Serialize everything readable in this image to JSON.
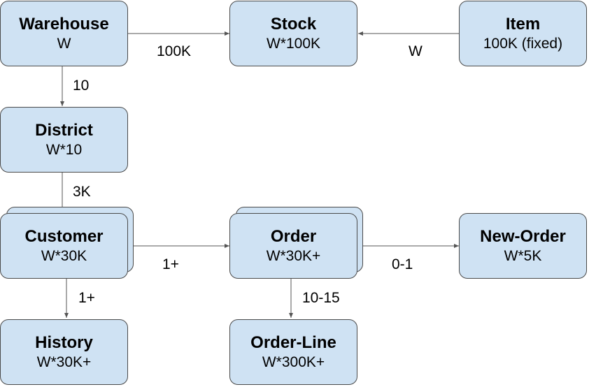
{
  "entities": {
    "warehouse": {
      "name": "Warehouse",
      "cardinality": "W"
    },
    "stock": {
      "name": "Stock",
      "cardinality": "W*100K"
    },
    "item": {
      "name": "Item",
      "cardinality": "100K (fixed)"
    },
    "district": {
      "name": "District",
      "cardinality": "W*10"
    },
    "customer": {
      "name": "Customer",
      "cardinality": "W*30K"
    },
    "order": {
      "name": "Order",
      "cardinality": "W*30K+"
    },
    "new_order": {
      "name": "New-Order",
      "cardinality": "W*5K"
    },
    "history": {
      "name": "History",
      "cardinality": "W*30K+"
    },
    "order_line": {
      "name": "Order-Line",
      "cardinality": "W*300K+"
    }
  },
  "relationships": {
    "warehouse_stock": "100K",
    "item_stock": "W",
    "warehouse_district": "10",
    "district_customer": "3K",
    "customer_order": "1+",
    "order_new_order": "0-1",
    "customer_history": "1+",
    "order_order_line": "10-15"
  },
  "colors": {
    "box_fill": "#cfe2f3",
    "box_border": "#4a4a4a",
    "arrow": "#555555"
  }
}
